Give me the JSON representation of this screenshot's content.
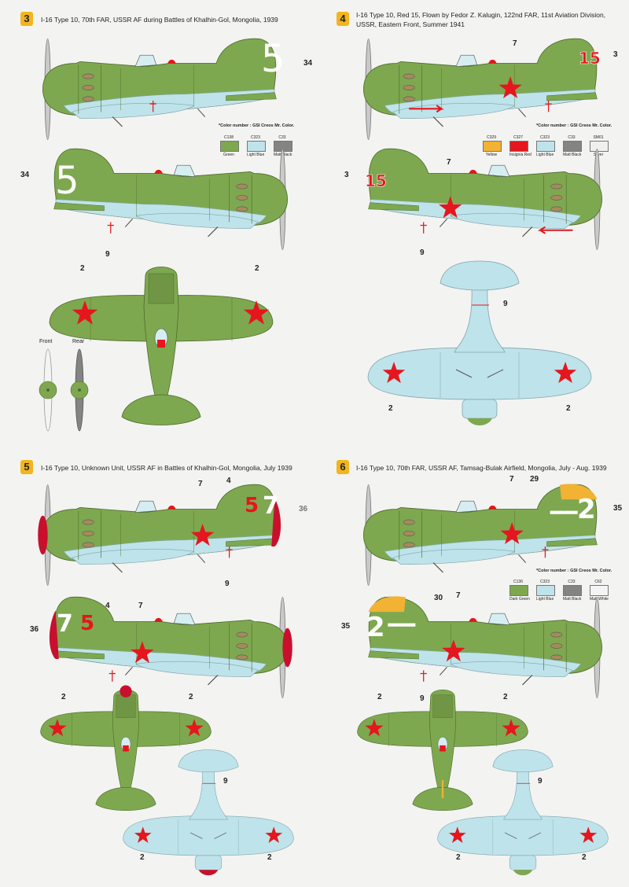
{
  "note": "*Color number : GSI Creos Mr. Color.",
  "colors": {
    "green": "#7ea84f",
    "light_blue": "#bfe3ea",
    "black": "#848484",
    "red": "#e5161d",
    "yellow": "#f2b233",
    "silver": "#f0f0f0",
    "white": "#f4f4f4",
    "dark": "#3d4a2c"
  },
  "p3": {
    "number": "3",
    "title": "I-16 Type 10, 70th FAR, USSR AF during Battles of Khalhin-Gol, Mongolia, 1939",
    "tail_number": "5",
    "callouts": {
      "a": "34",
      "b": "34",
      "c": "9",
      "d": "2",
      "e": "2"
    },
    "propeller_front": "Front",
    "propeller_rear": "Rear",
    "swatches": [
      {
        "code": "C138",
        "name": "Green",
        "color": "#7ea84f"
      },
      {
        "code": "C323",
        "name": "Light Blue",
        "color": "#bfe3ea"
      },
      {
        "code": "C33",
        "name": "Matt Black",
        "color": "#848484"
      }
    ]
  },
  "p4": {
    "number": "4",
    "title1": "I-16 Type 10, Red 15, Flown by Fedor Z. Kalugin, 122nd FAR, 11st Aviation Division,",
    "title2": "USSR, Eastern Front, Summer 1941",
    "tail_number": "15",
    "callouts": {
      "a": "7",
      "b": "3",
      "c": "7",
      "d": "3",
      "e": "9",
      "f": "9",
      "g": "2",
      "h": "2"
    },
    "swatches": [
      {
        "code": "C329",
        "name": "Yellow",
        "color": "#f2b233"
      },
      {
        "code": "C327",
        "name": "Insignia Red",
        "color": "#e5161d"
      },
      {
        "code": "C323",
        "name": "Light Blue",
        "color": "#bfe3ea"
      },
      {
        "code": "C33",
        "name": "Matt Black",
        "color": "#848484"
      },
      {
        "code": "SM01",
        "name": "Silver",
        "color": "#f0f0f0"
      }
    ]
  },
  "p5": {
    "number": "5",
    "title": "I-16 Type 10, Unknown Unit, USSR AF in Battles of Khalhin-Gol, Mongolia, July 1939",
    "num_red": "5",
    "num_white": "7",
    "callouts": {
      "a": "7",
      "b": "4",
      "c": "36",
      "d": "9",
      "e": "4",
      "f": "7",
      "g": "36",
      "h": "2",
      "i": "2",
      "j": "9",
      "k": "2",
      "l": "2"
    }
  },
  "p6": {
    "number": "6",
    "title": "I-16 Type 10, 70th FAR, USSR AF, Tamsag-Bulak Airfield, Mongolia, July - Aug. 1939",
    "tail_number": "2",
    "callouts": {
      "a": "7",
      "b": "29",
      "c": "35",
      "d": "30",
      "e": "7",
      "f": "35",
      "g": "9",
      "h": "2",
      "i": "2",
      "j": "9",
      "k": "2",
      "l": "2"
    },
    "swatches": [
      {
        "code": "C136",
        "name": "Dark Green",
        "color": "#7ea84f"
      },
      {
        "code": "C323",
        "name": "Light Blue",
        "color": "#bfe3ea"
      },
      {
        "code": "C33",
        "name": "Matt Black",
        "color": "#848484"
      },
      {
        "code": "C62",
        "name": "Matt White",
        "color": "#f4f4f4"
      }
    ]
  }
}
